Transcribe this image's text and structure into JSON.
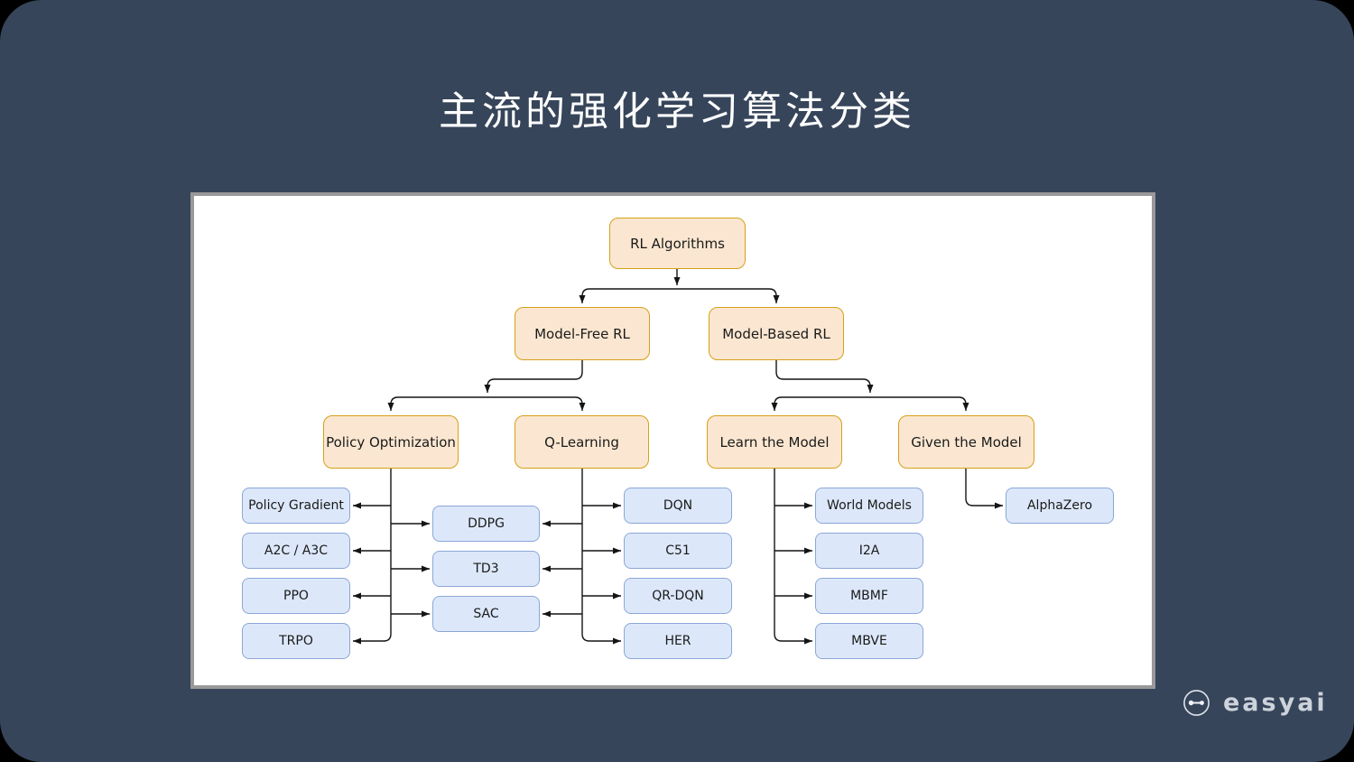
{
  "title": "主流的强化学习算法分类",
  "logo": {
    "text": "easyai",
    "icon": "easyai-dumbbell-icon"
  },
  "colors": {
    "background": "#36455a",
    "title_color": "#ffffff",
    "panel_background": "#ffffff",
    "panel_border": "#999999",
    "category_fill": "#fbe7d1",
    "category_border": "#d6a019",
    "leaf_fill": "#dce8fa",
    "leaf_border": "#8ca6d8",
    "connector": "#141414",
    "logo_text_color": "#cdd2db"
  },
  "diagram": {
    "nodes": {
      "rl_algorithms": "RL Algorithms",
      "model_free": "Model-Free RL",
      "model_based": "Model-Based RL",
      "policy_optimization": "Policy Optimization",
      "q_learning": "Q-Learning",
      "learn_the_model": "Learn the Model",
      "given_the_model": "Given the Model",
      "policy_gradient": "Policy Gradient",
      "a2c_a3c": "A2C / A3C",
      "ppo": "PPO",
      "trpo": "TRPO",
      "ddpg": "DDPG",
      "td3": "TD3",
      "sac": "SAC",
      "dqn": "DQN",
      "c51": "C51",
      "qr_dqn": "QR-DQN",
      "her": "HER",
      "world_models": "World Models",
      "i2a": "I2A",
      "mbmf": "MBMF",
      "mbve": "MBVE",
      "alphazero": "AlphaZero"
    },
    "edges": [
      {
        "from": "rl_algorithms",
        "to": "model_free"
      },
      {
        "from": "rl_algorithms",
        "to": "model_based"
      },
      {
        "from": "model_free",
        "to": "policy_optimization"
      },
      {
        "from": "model_free",
        "to": "q_learning"
      },
      {
        "from": "model_based",
        "to": "learn_the_model"
      },
      {
        "from": "model_based",
        "to": "given_the_model"
      },
      {
        "from": "policy_optimization",
        "to": "policy_gradient"
      },
      {
        "from": "policy_optimization",
        "to": "a2c_a3c"
      },
      {
        "from": "policy_optimization",
        "to": "ppo"
      },
      {
        "from": "policy_optimization",
        "to": "trpo"
      },
      {
        "from": "policy_optimization",
        "to": "ddpg"
      },
      {
        "from": "policy_optimization",
        "to": "td3"
      },
      {
        "from": "policy_optimization",
        "to": "sac"
      },
      {
        "from": "q_learning",
        "to": "ddpg"
      },
      {
        "from": "q_learning",
        "to": "td3"
      },
      {
        "from": "q_learning",
        "to": "sac"
      },
      {
        "from": "q_learning",
        "to": "dqn"
      },
      {
        "from": "q_learning",
        "to": "c51"
      },
      {
        "from": "q_learning",
        "to": "qr_dqn"
      },
      {
        "from": "q_learning",
        "to": "her"
      },
      {
        "from": "learn_the_model",
        "to": "world_models"
      },
      {
        "from": "learn_the_model",
        "to": "i2a"
      },
      {
        "from": "learn_the_model",
        "to": "mbmf"
      },
      {
        "from": "learn_the_model",
        "to": "mbve"
      },
      {
        "from": "given_the_model",
        "to": "alphazero"
      }
    ]
  }
}
